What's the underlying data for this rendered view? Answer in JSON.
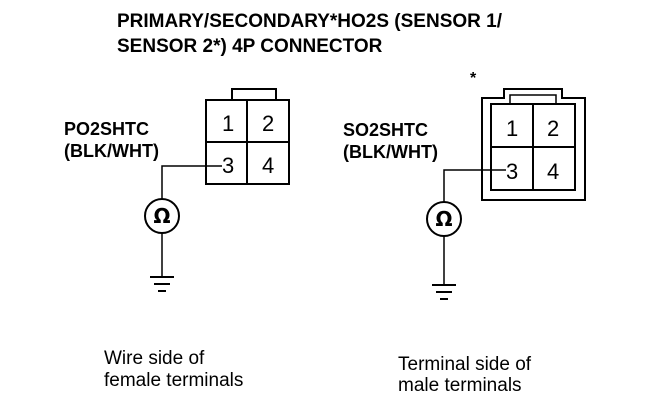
{
  "title": {
    "line1": "PRIMARY/SECONDARY*HO2S (SENSOR 1/",
    "line2": "SENSOR 2*) 4P CONNECTOR"
  },
  "left_connector": {
    "signal_label": "PO2SHTC",
    "wire_color": "(BLK/WHT)",
    "pins": [
      "1",
      "2",
      "3",
      "4"
    ],
    "meter_symbol": "Ω",
    "caption_line1": "Wire side of",
    "caption_line2": "female terminals"
  },
  "right_connector": {
    "marker": "*",
    "signal_label": "SO2SHTC",
    "wire_color": "(BLK/WHT)",
    "pins": [
      "1",
      "2",
      "3",
      "4"
    ],
    "meter_symbol": "Ω",
    "caption_line1": "Terminal side of",
    "caption_line2": "male terminals"
  }
}
